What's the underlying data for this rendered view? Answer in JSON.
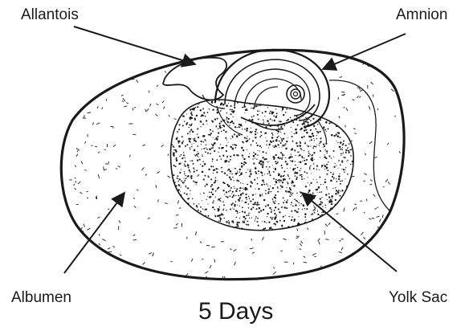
{
  "labels": {
    "allantois": "Allantois",
    "amnion": "Amnion",
    "albumen": "Albumen",
    "yolk_sac": "Yolk Sac"
  },
  "caption": "5 Days",
  "colors": {
    "ink": "#1a1a1a",
    "background": "#ffffff"
  }
}
